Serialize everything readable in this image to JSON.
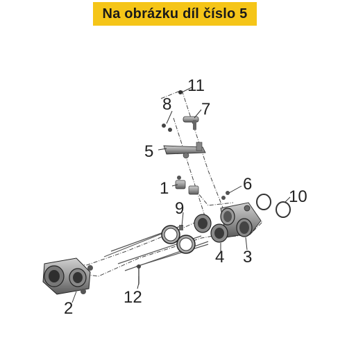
{
  "banner": {
    "text": "Na obrázku díl číslo 5",
    "color": "#f5c518"
  },
  "diagram": {
    "callouts": [
      {
        "id": "11",
        "text": "11"
      },
      {
        "id": "8",
        "text": "8"
      },
      {
        "id": "7",
        "text": "7"
      },
      {
        "id": "5",
        "text": "5"
      },
      {
        "id": "1",
        "text": "1"
      },
      {
        "id": "6",
        "text": "6"
      },
      {
        "id": "10",
        "text": "10"
      },
      {
        "id": "9",
        "text": "9"
      },
      {
        "id": "4",
        "text": "4"
      },
      {
        "id": "3",
        "text": "3"
      },
      {
        "id": "12",
        "text": "12"
      },
      {
        "id": "2",
        "text": "2"
      }
    ]
  }
}
